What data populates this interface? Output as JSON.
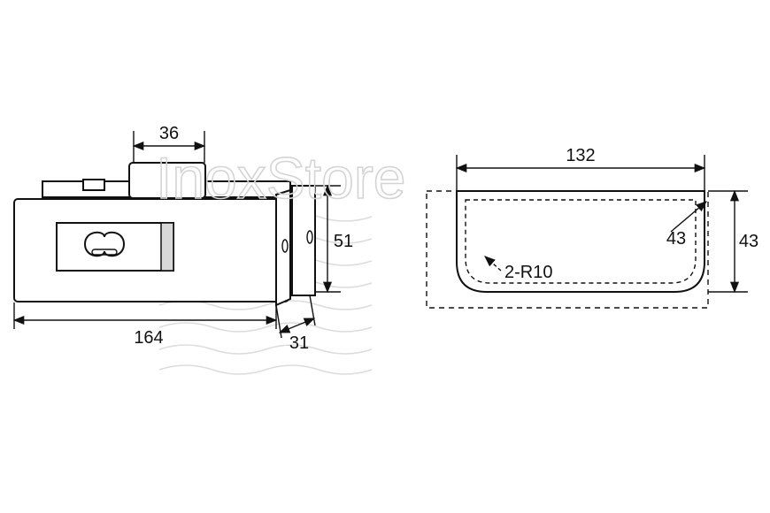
{
  "watermark": {
    "text": "InoxStore"
  },
  "left_view": {
    "dims": {
      "top_width": "36",
      "height": "51",
      "length": "164",
      "depth": "31"
    }
  },
  "right_view": {
    "dims": {
      "width": "132",
      "corner_radius_height": "43",
      "height": "43",
      "radius": "2-R10"
    }
  },
  "colors": {
    "line": "#111111",
    "watermark": "#d4d4d4",
    "fill": "#ffffff"
  }
}
